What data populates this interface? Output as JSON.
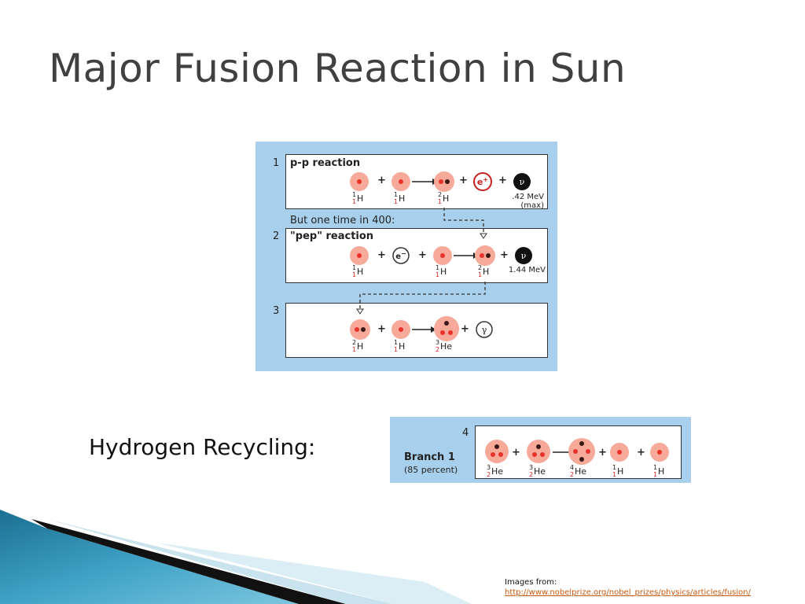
{
  "slide": {
    "title": "Major Fusion Reaction in Sun",
    "side_label": "Hydrogen Recycling:",
    "credit_label": "Images from:",
    "credit_url": "http://www.nobelprize.org/nobel_prizes/physics/articles/fusion/"
  },
  "diagram": {
    "steps": [
      {
        "number": "1",
        "title": "p-p reaction",
        "species": [
          {
            "mass": "1",
            "z": "1",
            "el": "H"
          },
          {
            "mass": "1",
            "z": "1",
            "el": "H"
          },
          {
            "mass": "2",
            "z": "1",
            "el": "H"
          }
        ],
        "positron_label": "e+",
        "neutrino_label": "ν",
        "energy_line1": ".42 MeV",
        "energy_line2": "(max)"
      },
      {
        "number": "2",
        "title": "\"pep\" reaction",
        "note": "But one time in 400:",
        "species": [
          {
            "mass": "1",
            "z": "1",
            "el": "H"
          },
          {
            "mass": "1",
            "z": "1",
            "el": "H"
          },
          {
            "mass": "2",
            "z": "1",
            "el": "H"
          }
        ],
        "electron_label": "e-",
        "neutrino_label": "ν",
        "energy": "1.44 MeV"
      },
      {
        "number": "3",
        "species": [
          {
            "mass": "2",
            "z": "1",
            "el": "H"
          },
          {
            "mass": "1",
            "z": "1",
            "el": "H"
          },
          {
            "mass": "3",
            "z": "2",
            "el": "He"
          }
        ],
        "gamma_label": "γ"
      }
    ],
    "branch": {
      "number": "4",
      "title": "Branch 1",
      "subtitle": "(85 percent)",
      "species": [
        {
          "mass": "3",
          "z": "2",
          "el": "He"
        },
        {
          "mass": "3",
          "z": "2",
          "el": "He"
        },
        {
          "mass": "4",
          "z": "2",
          "el": "He"
        },
        {
          "mass": "1",
          "z": "1",
          "el": "H"
        },
        {
          "mass": "1",
          "z": "1",
          "el": "H"
        }
      ]
    },
    "colors": {
      "panel": "#a8d0ec",
      "nucleus_halo": "#f7a99a",
      "proton": "#e8322a",
      "neutron": "#3a1a14"
    }
  }
}
